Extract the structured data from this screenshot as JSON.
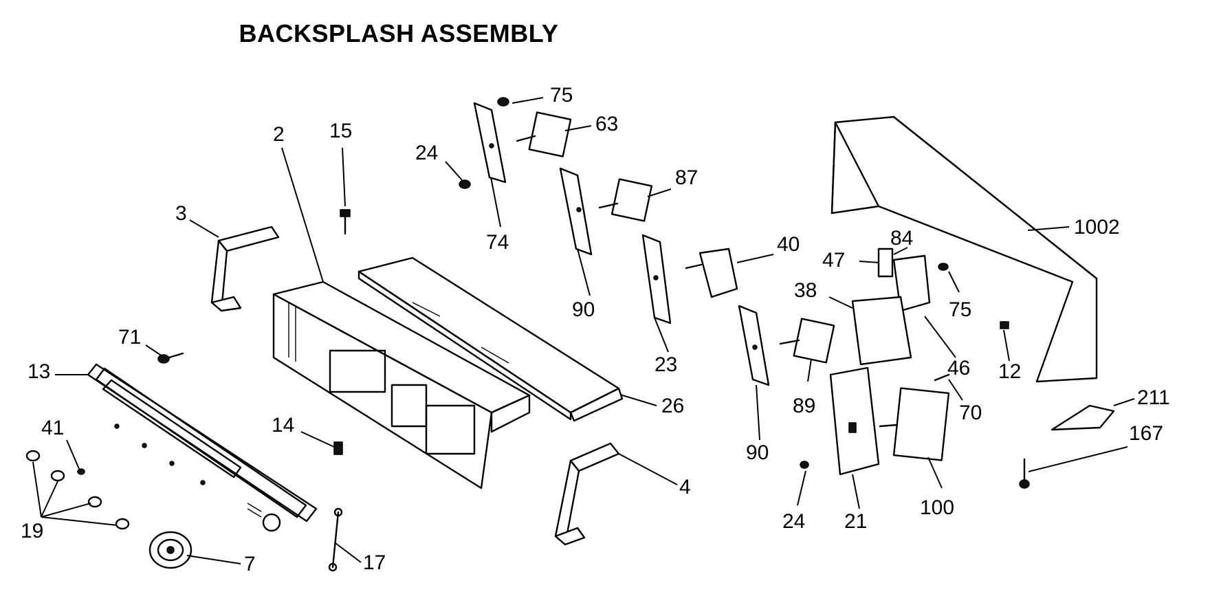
{
  "diagram": {
    "title": "BACKSPLASH ASSEMBLY",
    "callouts": {
      "c75a": "75",
      "c63": "63",
      "c24a": "24",
      "c74": "74",
      "c87": "87",
      "c2": "2",
      "c15": "15",
      "c3": "3",
      "c90a": "90",
      "c40": "40",
      "c1002": "1002",
      "c84": "84",
      "c47": "47",
      "c75b": "75",
      "c38": "38",
      "c23": "23",
      "c71": "71",
      "c13": "13",
      "c46": "46",
      "c12": "12",
      "c89": "89",
      "c26": "26",
      "c70": "70",
      "c41": "41",
      "c14": "14",
      "c211": "211",
      "c167": "167",
      "c19": "19",
      "c90b": "90",
      "c4": "4",
      "c100": "100",
      "c24b": "24",
      "c21": "21",
      "c7": "7",
      "c17": "17"
    }
  }
}
